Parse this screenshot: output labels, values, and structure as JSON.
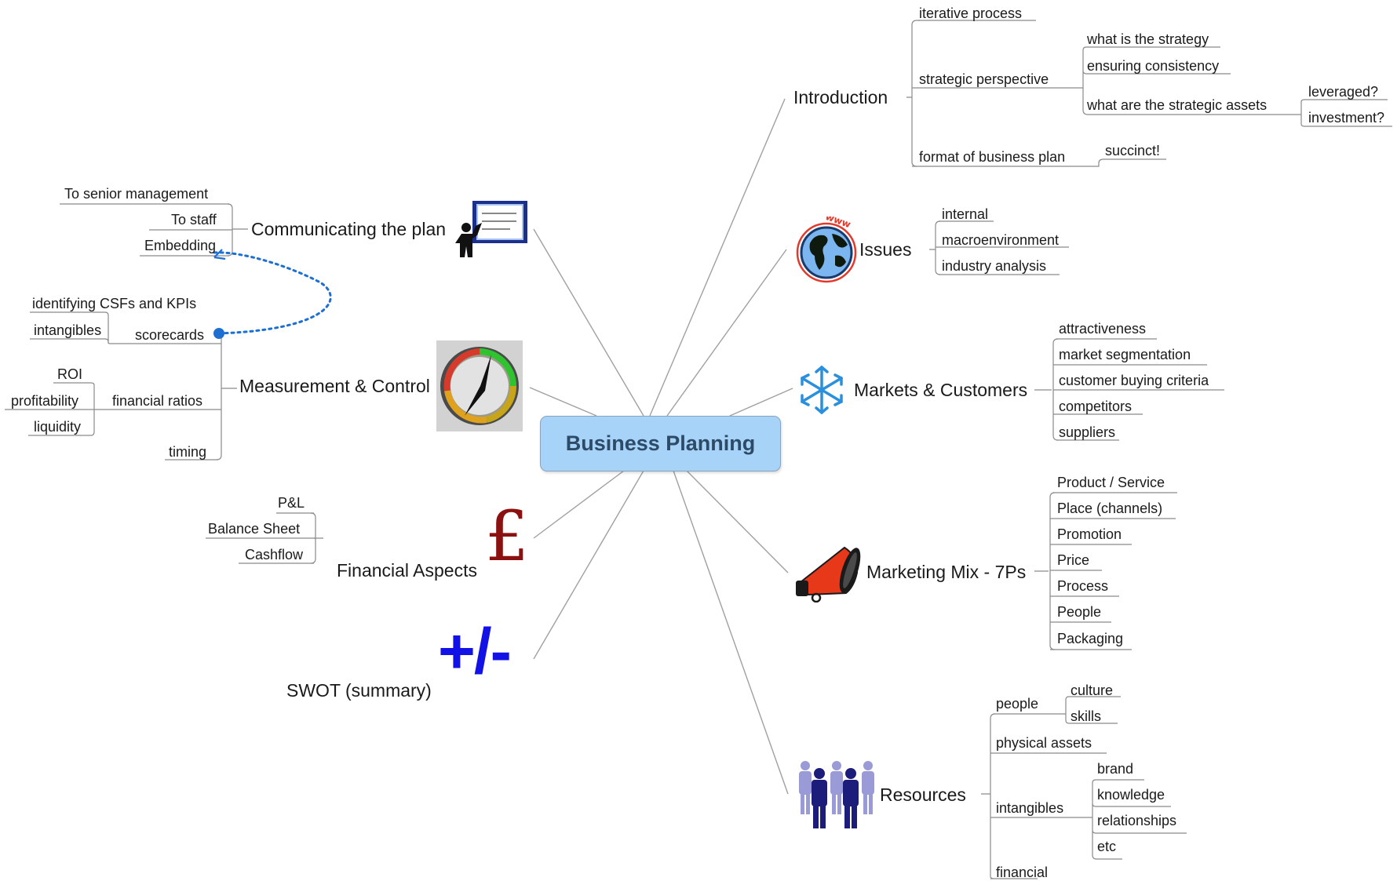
{
  "center": {
    "label": "Business Planning"
  },
  "branches": {
    "introduction": {
      "label": "Introduction",
      "iterative": "iterative process",
      "strategic": {
        "label": "strategic perspective",
        "items": [
          "what is the strategy",
          "ensuring consistency",
          "what are the strategic assets"
        ],
        "assets": [
          "leveraged?",
          "investment?"
        ]
      },
      "format": {
        "label": "format of business plan",
        "child": "succinct!"
      }
    },
    "issues": {
      "label": "Issues",
      "icon": "globe-www-icon",
      "items": [
        "internal",
        "macroenvironment",
        "industry analysis"
      ]
    },
    "markets": {
      "label": "Markets & Customers",
      "icon": "snowflake-arrows-icon",
      "items": [
        "attractiveness",
        "market segmentation",
        "customer buying criteria",
        "competitors",
        "suppliers"
      ]
    },
    "marketing": {
      "label": "Marketing Mix - 7Ps",
      "icon": "megaphone-icon",
      "items": [
        "Product / Service",
        "Place (channels)",
        "Promotion",
        "Price",
        "Process",
        "People",
        "Packaging"
      ]
    },
    "resources": {
      "label": "Resources",
      "icon": "people-group-icon",
      "people": {
        "label": "people",
        "items": [
          "culture",
          "skills"
        ]
      },
      "physical": "physical assets",
      "intangibles": {
        "label": "intangibles",
        "items": [
          "brand",
          "knowledge",
          "relationships",
          "etc"
        ]
      },
      "financial": "financial"
    },
    "communicating": {
      "label": "Communicating the plan",
      "icon": "presenter-icon",
      "items": [
        "To senior management",
        "To staff",
        "Embedding"
      ]
    },
    "measurement": {
      "label": "Measurement & Control",
      "icon": "gauge-icon",
      "scorecards": {
        "label": "scorecards",
        "items": [
          "identifying CSFs and KPIs",
          "intangibles"
        ]
      },
      "ratios": {
        "label": "financial ratios",
        "items": [
          "ROI",
          "profitability",
          "liquidity"
        ]
      },
      "timing": "timing"
    },
    "financial": {
      "label": "Financial Aspects",
      "icon": "pound-sign-icon",
      "glyph": "£",
      "items": [
        "P&L",
        "Balance Sheet",
        "Cashflow"
      ]
    },
    "swot": {
      "label": "SWOT (summary)",
      "icon": "plus-minus-icon",
      "glyph": "+/-"
    }
  },
  "colors": {
    "center_fill": "#a6d3f7",
    "line": "#a0a0a0",
    "relationship": "#1d6fd1",
    "swot": "#1212e6",
    "pound": "#8b1010",
    "megaphone": "#e8381a",
    "people": "#1c1c7a"
  }
}
